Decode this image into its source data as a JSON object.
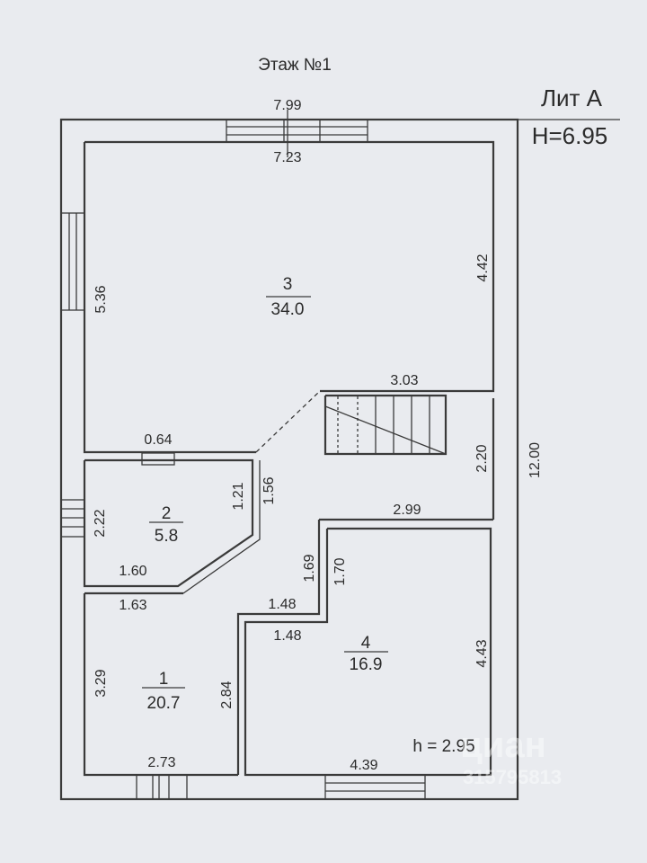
{
  "plan": {
    "floor_title": "Этаж №1",
    "lit_label": "Лит А",
    "height_label": "H=6.95",
    "ceiling_height": "h = 2.95",
    "rooms": [
      {
        "number": "3",
        "area": "34.0"
      },
      {
        "number": "2",
        "area": "5.8"
      },
      {
        "number": "1",
        "area": "20.7"
      },
      {
        "number": "4",
        "area": "16.9"
      }
    ],
    "dimensions": {
      "top_outer": "7.99",
      "top_inner": "7.23",
      "room3_left": "5.36",
      "room3_right": "4.42",
      "stair_width": "3.03",
      "room2_top": "0.64",
      "room2_right": "1.21",
      "diag": "1.56",
      "stair_right": "2.20",
      "overall_height": "12.00",
      "room2_left": "2.22",
      "room2_bottom": "1.60",
      "corridor_top": "2.99",
      "step_a": "1.69",
      "step_b": "1.70",
      "room1_top": "1.63",
      "step_c": "1.48",
      "step_d": "1.48",
      "room4_right": "4.43",
      "room1_left": "3.29",
      "room1_right": "2.84",
      "room1_bottom": "2.73",
      "room4_bottom": "4.39"
    },
    "watermark": {
      "brand": "циан",
      "number": "315795813"
    }
  }
}
